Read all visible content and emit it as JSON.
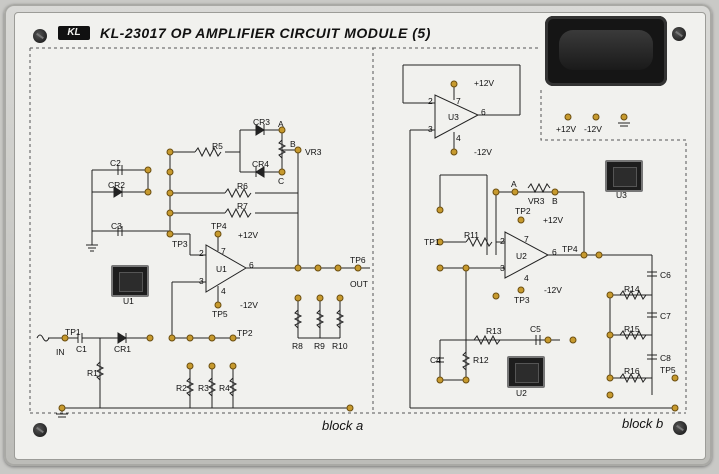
{
  "module": {
    "logo_text": "KL",
    "title": "KL-23017   OP AMPLIFIER CIRCUIT MODULE (5)"
  },
  "blocks": {
    "a": "block a",
    "b": "block b"
  },
  "power_labels": [
    "+12V",
    "-12V"
  ],
  "labels_a": {
    "C2": "C2",
    "CR2": "CR2",
    "C3": "C3",
    "R5": "R5",
    "CR3": "CR3",
    "CR4": "CR4",
    "A": "A",
    "B": "B",
    "C": "C",
    "VR3": "VR3",
    "R6": "R6",
    "R7": "R7",
    "TP4": "TP4",
    "P12": "+12V",
    "TP3": "TP3",
    "U1": "U1",
    "TP5": "TP5",
    "M12": "-12V",
    "TP6": "TP6",
    "OUT": "OUT",
    "TP1": "TP1",
    "C1": "C1",
    "CR1": "CR1",
    "IN": "IN",
    "TP2": "TP2",
    "R1": "R1",
    "R2": "R2",
    "R3": "R3",
    "R4": "R4",
    "R8": "R8",
    "R9": "R9",
    "R10": "R10",
    "U1chip": "U1",
    "p2": "2",
    "p3": "3",
    "p4": "4",
    "p6": "6",
    "p7": "7"
  },
  "labels_b": {
    "U3": "U3",
    "P12top": "+12V",
    "M12top": "-12V",
    "pw1": "+12V",
    "pw2": "-12V",
    "U3chip": "U3",
    "A": "A",
    "B": "B",
    "VR3": "VR3",
    "TP2": "TP2",
    "P12": "+12V",
    "TP1": "TP1",
    "R11": "R11",
    "U2": "U2",
    "TP4": "TP4",
    "TP3": "TP3",
    "M12": "-12V",
    "R13": "R13",
    "C5": "C5",
    "C4": "C4",
    "R12": "R12",
    "U2chip": "U2",
    "C6": "C6",
    "R14": "R14",
    "C7": "C7",
    "R15": "R15",
    "C8": "C8",
    "R16": "R16",
    "TP5": "TP5",
    "p2": "2",
    "p3": "3",
    "p4": "4",
    "p6": "6",
    "p7": "7",
    "q2": "2",
    "q3": "3",
    "q4": "4",
    "q6": "6",
    "q7": "7"
  }
}
